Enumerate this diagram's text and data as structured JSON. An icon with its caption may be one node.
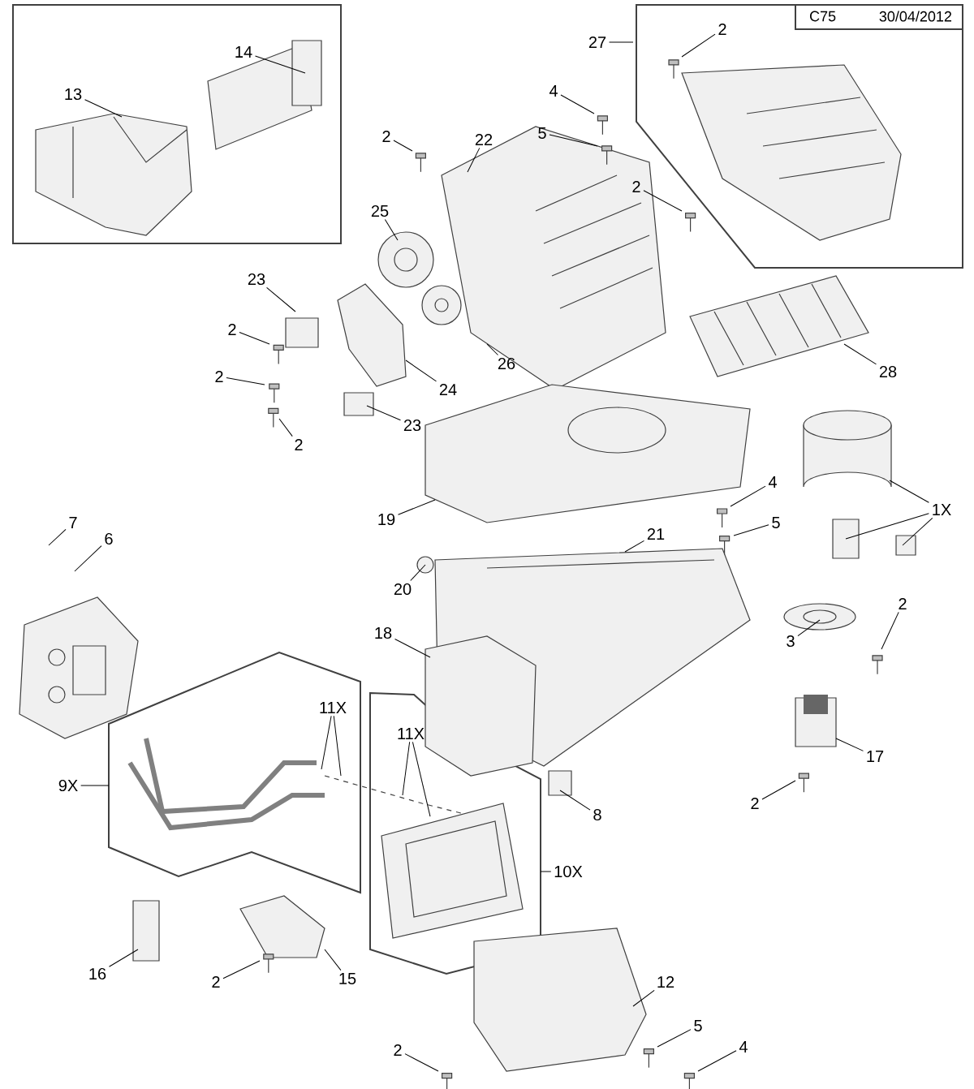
{
  "diagram": {
    "nodes": [
      {
        "text": [
          "14"
        ]
      },
      {
        "text": [
          "13"
        ]
      },
      {
        "text": [
          "2"
        ]
      },
      {
        "text": [
          "22"
        ]
      },
      {
        "text": [
          "25"
        ]
      },
      {
        "text": [
          "23"
        ]
      },
      {
        "text": [
          "2"
        ]
      },
      {
        "text": [
          "2"
        ]
      },
      {
        "text": [
          "24"
        ]
      },
      {
        "text": [
          "2"
        ]
      },
      {
        "text": [
          "23"
        ]
      },
      {
        "text": [
          "26"
        ]
      },
      {
        "text": [
          "27"
        ]
      },
      {
        "text": [
          "2"
        ]
      },
      {
        "text": [
          "4"
        ]
      },
      {
        "text": [
          "5"
        ]
      },
      {
        "text": [
          "2"
        ]
      },
      {
        "text": [
          "28"
        ]
      },
      {
        "text": [
          "4"
        ]
      },
      {
        "text": [
          "5"
        ]
      },
      {
        "text": [
          "1X"
        ]
      },
      {
        "text": [
          "19"
        ]
      },
      {
        "text": [
          "21"
        ]
      },
      {
        "text": [
          "20"
        ]
      },
      {
        "text": [
          "7"
        ]
      },
      {
        "text": [
          "6"
        ]
      },
      {
        "text": [
          "18"
        ]
      },
      {
        "text": [
          "2"
        ]
      },
      {
        "text": [
          "3"
        ]
      },
      {
        "text": [
          "17"
        ]
      },
      {
        "text": [
          "2"
        ]
      },
      {
        "text": [
          "8"
        ]
      },
      {
        "text": [
          "11X"
        ]
      },
      {
        "text": [
          "11X"
        ]
      },
      {
        "text": [
          "9X"
        ]
      },
      {
        "text": [
          "10X"
        ]
      },
      {
        "text": [
          "16"
        ]
      },
      {
        "text": [
          "2"
        ]
      },
      {
        "text": [
          "15"
        ]
      },
      {
        "text": [
          "12"
        ]
      },
      {
        "text": [
          "5"
        ]
      },
      {
        "text": [
          "4"
        ]
      },
      {
        "text": [
          "2"
        ]
      }
    ],
    "edges": [
      {
        "from": 0,
        "to": null,
        "arrow": "none"
      },
      {
        "from": 1,
        "to": null,
        "arrow": "none"
      },
      {
        "from": 2,
        "to": null,
        "arrow": "none"
      },
      {
        "from": 3,
        "to": null,
        "arrow": "none"
      },
      {
        "from": 4,
        "to": null,
        "arrow": "none"
      },
      {
        "from": 5,
        "to": null,
        "arrow": "none"
      },
      {
        "from": 6,
        "to": null,
        "arrow": "none"
      },
      {
        "from": 7,
        "to": null,
        "arrow": "none"
      },
      {
        "from": 8,
        "to": null,
        "arrow": "none"
      },
      {
        "from": 9,
        "to": null,
        "arrow": "none"
      },
      {
        "from": 10,
        "to": null,
        "arrow": "none"
      },
      {
        "from": 11,
        "to": null,
        "arrow": "none"
      },
      {
        "from": 12,
        "to": null,
        "arrow": "none"
      },
      {
        "from": 13,
        "to": null,
        "arrow": "none"
      },
      {
        "from": 14,
        "to": null,
        "arrow": "none"
      },
      {
        "from": 15,
        "to": null,
        "arrow": "none"
      },
      {
        "from": 16,
        "to": null,
        "arrow": "none"
      },
      {
        "from": 17,
        "to": null,
        "arrow": "none"
      },
      {
        "from": 18,
        "to": null,
        "arrow": "none"
      },
      {
        "from": 19,
        "to": null,
        "arrow": "none"
      },
      {
        "from": 20,
        "to": null,
        "arrow": "none"
      },
      {
        "from": 20,
        "to": null,
        "arrow": "none"
      },
      {
        "from": 20,
        "to": null,
        "arrow": "none"
      },
      {
        "from": 21,
        "to": null,
        "arrow": "none"
      },
      {
        "from": 22,
        "to": null,
        "arrow": "none"
      },
      {
        "from": 23,
        "to": null,
        "arrow": "none"
      },
      {
        "from": 24,
        "to": null,
        "arrow": "none"
      },
      {
        "from": 25,
        "to": null,
        "arrow": "none"
      },
      {
        "from": 26,
        "to": null,
        "arrow": "none"
      },
      {
        "from": 27,
        "to": null,
        "arrow": "none"
      },
      {
        "from": 28,
        "to": null,
        "arrow": "none"
      },
      {
        "from": 29,
        "to": null,
        "arrow": "none"
      },
      {
        "from": 30,
        "to": null,
        "arrow": "none"
      },
      {
        "from": 31,
        "to": null,
        "arrow": "none"
      },
      {
        "from": 32,
        "to": null,
        "arrow": "none"
      },
      {
        "from": 32,
        "to": null,
        "arrow": "none"
      },
      {
        "from": 33,
        "to": null,
        "arrow": "none"
      },
      {
        "from": 33,
        "to": null,
        "arrow": "none"
      },
      {
        "from": 34,
        "to": null,
        "arrow": "none"
      },
      {
        "from": 35,
        "to": null,
        "arrow": "none"
      },
      {
        "from": 36,
        "to": null,
        "arrow": "none"
      },
      {
        "from": 37,
        "to": null,
        "arrow": "none"
      },
      {
        "from": 38,
        "to": null,
        "arrow": "none"
      },
      {
        "from": 39,
        "to": null,
        "arrow": "none"
      },
      {
        "from": 40,
        "to": null,
        "arrow": "none"
      },
      {
        "from": 41,
        "to": null,
        "arrow": "none"
      },
      {
        "from": 42,
        "to": null,
        "arrow": "none"
      }
    ],
    "labels": [
      "C75",
      "30/04/2012"
    ]
  }
}
